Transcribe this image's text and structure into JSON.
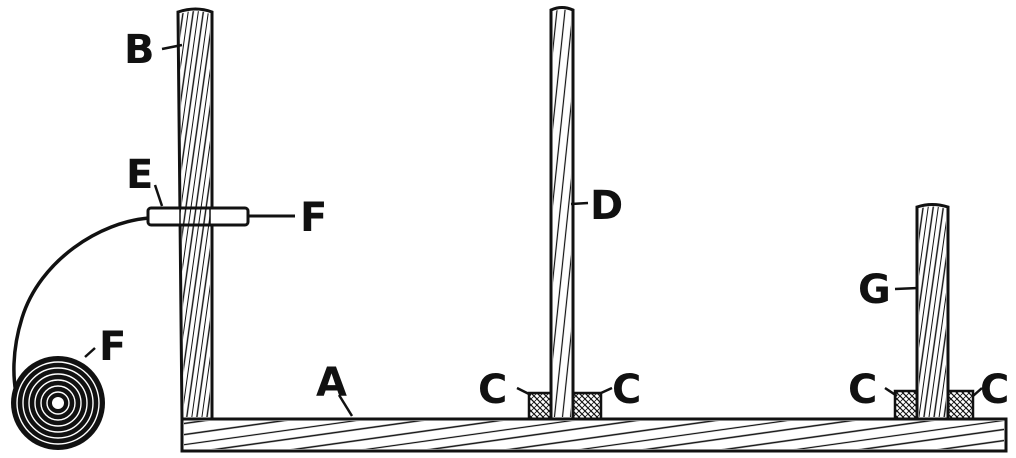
{
  "labels": {
    "base": "A",
    "left_post": "B",
    "block_left_mid": "C",
    "block_right_mid": "C",
    "block_left_right": "C",
    "block_right_right": "C",
    "middle_post": "D",
    "tube": "E",
    "wire_end": "F",
    "coil": "F",
    "short_post": "G"
  },
  "colors": {
    "ink": "#111111",
    "paper": "#ffffff"
  }
}
